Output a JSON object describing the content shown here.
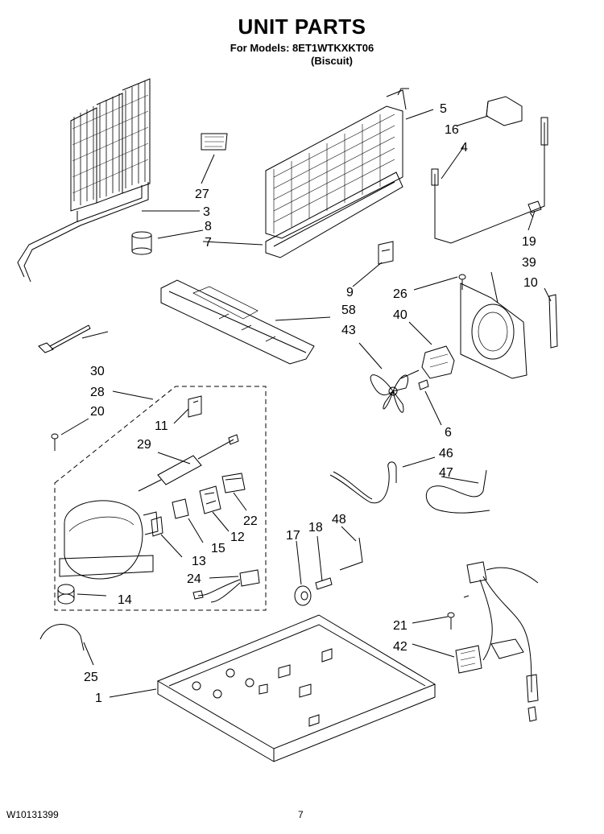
{
  "header": {
    "title": "UNIT PARTS",
    "models_line": "For Models: 8ET1WTKXKT06",
    "color_line": "(Biscuit)"
  },
  "footer": {
    "doc_number": "W10131399",
    "page_number": "7"
  },
  "callouts": {
    "c1": "1",
    "c3": "3",
    "c4": "4",
    "c5": "5",
    "c6": "6",
    "c7": "7",
    "c8": "8",
    "c9": "9",
    "c10": "10",
    "c11": "11",
    "c12": "12",
    "c13": "13",
    "c14": "14",
    "c15": "15",
    "c16": "16",
    "c17": "17",
    "c18": "18",
    "c19": "19",
    "c20": "20",
    "c21": "21",
    "c22": "22",
    "c24": "24",
    "c25": "25",
    "c26": "26",
    "c27": "27",
    "c28": "28",
    "c29": "29",
    "c30": "30",
    "c39": "39",
    "c40": "40",
    "c42": "42",
    "c43": "43",
    "c46": "46",
    "c47": "47",
    "c48": "48",
    "c58": "58"
  }
}
